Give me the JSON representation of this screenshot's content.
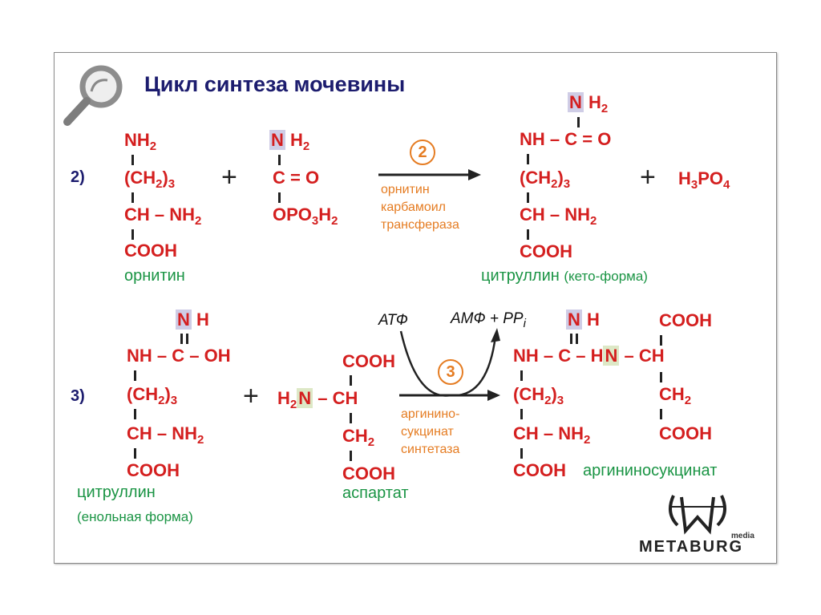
{
  "title": "Цикл синтеза мочевины",
  "r2": {
    "number": "2)",
    "ornithine": {
      "l1": "NH_2",
      "l2": "(CH_2)_3",
      "l3": "CH – NH_2",
      "l4": "COOH",
      "name": "орнитин"
    },
    "plus": "+",
    "carbamoyl": {
      "n": "N",
      "l1": "H_2",
      "l2": "C = O",
      "l3": "OPO_3H_2"
    },
    "step": "2",
    "enzyme": [
      "орнитин",
      "карбамоил",
      "трансфераза"
    ],
    "citrulline": {
      "n": "N",
      "l0": "H_2",
      "l1": "NH – C = O",
      "l2": "(CH_2)_3",
      "l3": "CH – NH_2",
      "l4": "COOH",
      "name": "цитруллин",
      "form": "(кето-форма)"
    },
    "plus2": "+",
    "phosphate": "H_3PO_4"
  },
  "r3": {
    "number": "3)",
    "citrulline": {
      "n": "N",
      "l0": "H",
      "l1": "NH – C – OH",
      "l2": "(CH_2)_3",
      "l3": "CH – NH_2",
      "l4": "COOH",
      "name": "цитруллин",
      "form": "(енольная форма)"
    },
    "plus": "+",
    "aspartate": {
      "h2": "H_2",
      "n": "N",
      "l1": "COOH",
      "l2": "– CH",
      "l3": "CH_2",
      "l4": "COOH",
      "name": "аспартат"
    },
    "atp": "АТФ",
    "amp": "АМФ + PP_i",
    "step": "3",
    "enzyme": [
      "аргинино-",
      "сукцинат",
      "синтетаза"
    ],
    "product": {
      "n": "N",
      "l0": "H",
      "l1a": "NH – C – H",
      "n2": "N",
      "l1b": "– CH",
      "l2": "(CH_2)_3",
      "l3": "CH – NH_2",
      "l4": "COOH",
      "r1": "COOH",
      "r3": "CH_2",
      "r4": "COOH",
      "name": "аргининосукцинат"
    }
  },
  "logo": {
    "text": "METABURG",
    "sub": "media"
  }
}
